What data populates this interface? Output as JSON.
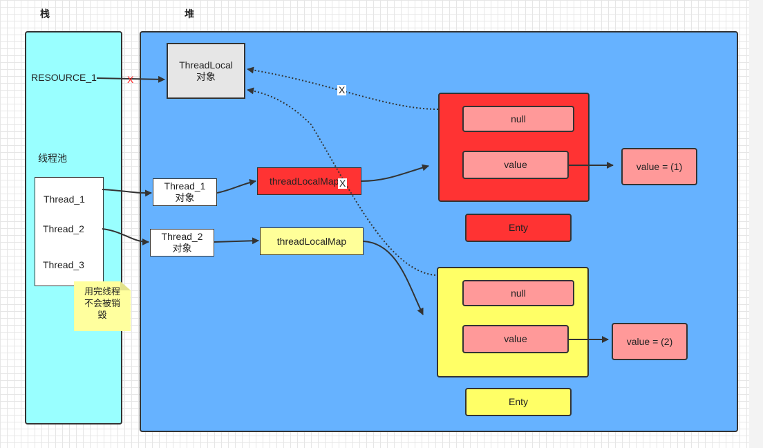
{
  "labels": {
    "stack": "栈",
    "heap": "堆",
    "resource": "RESOURCE_1",
    "thread_pool": "线程池"
  },
  "threads": [
    "Thread_1",
    "Thread_2",
    "Thread_3"
  ],
  "note": "用完线程\n不会被销\n毁",
  "heap": {
    "thread_local_object": "ThreadLocal\n对象",
    "thread1_object": "Thread_1\n对象",
    "thread2_object": "Thread_2\n对象",
    "map1": "threadLocalMap",
    "map2": "threadLocalMap",
    "entry1": {
      "key": "null",
      "value": "value",
      "name": "Enty",
      "value_box": "value = (1)"
    },
    "entry2": {
      "key": "null",
      "value": "value",
      "name": "Enty",
      "value_box": "value = (2)"
    }
  },
  "marks": {
    "x_resource": "X",
    "x_entry1": "X",
    "x_entry2": "X"
  },
  "colors": {
    "stack_panel": "#99ffff",
    "heap_panel": "#66b2ff",
    "thread_local": "#e6e6e6",
    "entry1": "#ff3333",
    "entry2": "#ffff66",
    "cell": "#ff9999",
    "note": "#ffff9e"
  }
}
